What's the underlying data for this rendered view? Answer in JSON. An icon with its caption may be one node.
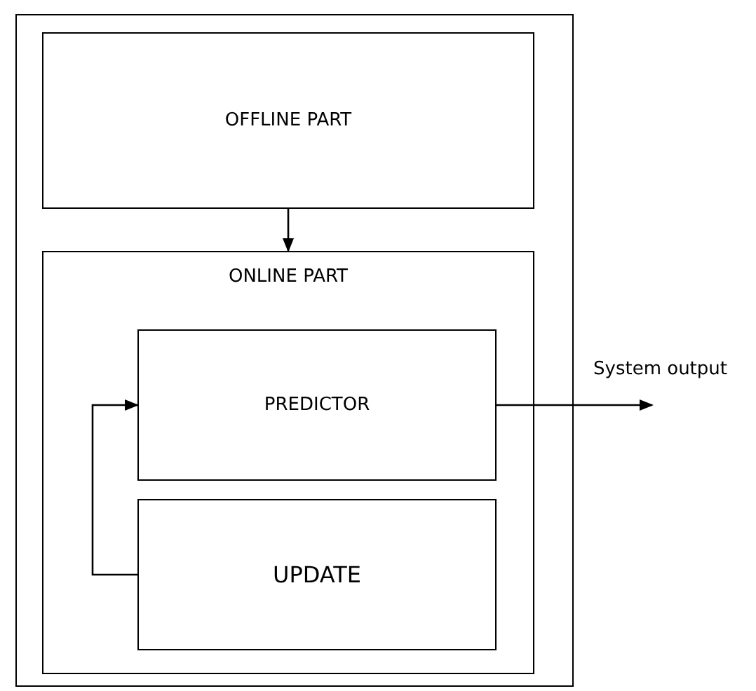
{
  "diagram": {
    "nodes": [
      {
        "text": [],
        "shape": "box"
      },
      {
        "text": [
          "OFFLINE PART"
        ],
        "in": 0
      },
      {
        "text": [
          "ONLINE PART"
        ],
        "in": 0
      },
      {
        "text": [
          "PREDICTOR"
        ],
        "in": 2
      },
      {
        "text": [
          "UPDATE"
        ],
        "in": 2
      }
    ],
    "edges": [
      {
        "from": 1,
        "to": 2,
        "arrow": "to"
      },
      {
        "from": 4,
        "to": 3,
        "arrow": "to"
      },
      {
        "from": 3,
        "to": null,
        "arrow": "to",
        "label": "System output"
      }
    ]
  }
}
